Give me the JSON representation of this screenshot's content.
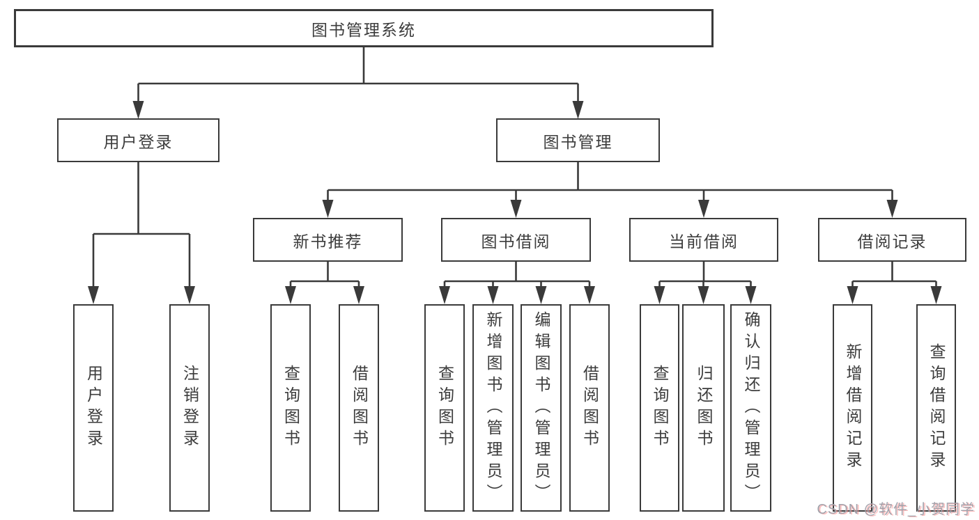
{
  "tree": {
    "root": "图书管理系统",
    "level2": {
      "user_login": "用户登录",
      "book_mgmt": "图书管理"
    },
    "level3": {
      "recommend": "新书推荐",
      "borrow": "图书借阅",
      "current": "当前借阅",
      "records": "借阅记录"
    },
    "leaves": {
      "login": [
        "用户登录",
        "注销登录"
      ],
      "recommend": [
        "查询图书",
        "借阅图书"
      ],
      "borrow": [
        "查询图书",
        "新增图书（管理员）",
        "编辑图书（管理员）",
        "借阅图书"
      ],
      "current": [
        "查询图书",
        "归还图书",
        "确认归还（管理员）"
      ],
      "records": [
        "新增借阅记录",
        "查询借阅记录"
      ]
    }
  },
  "watermark": "CSDN @软件_小贺同学",
  "colors": {
    "line": "#3a3a3a",
    "text": "#3c3c3c",
    "box_fill": "#ffffff",
    "background": "#ffffff",
    "watermark_text": "#a2a2ab",
    "watermark_shadow": "#f98b8b"
  }
}
